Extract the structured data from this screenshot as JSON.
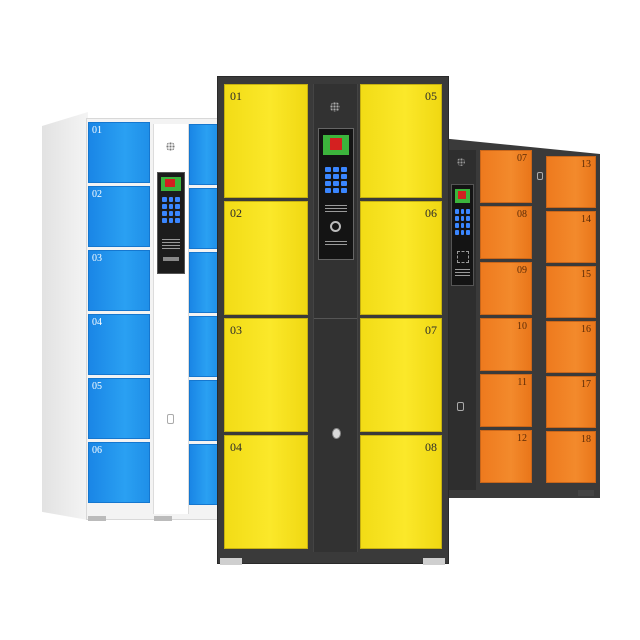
{
  "colors": {
    "white_body": "#f2f2f2",
    "blue_door": "#2196f0",
    "dark_body": "#3a3a3a",
    "yellow_door": "#f7e21e",
    "orange_door": "#f08224",
    "green_screen": "#3cb43c",
    "red_screen": "#d42020",
    "keypad_blue": "#3a86ff"
  },
  "lockers": {
    "white": {
      "door_numbers": [
        "01",
        "02",
        "03",
        "04",
        "05",
        "06"
      ]
    },
    "yellow": {
      "left_numbers": [
        "01",
        "02",
        "03",
        "04"
      ],
      "right_numbers": [
        "05",
        "06",
        "07",
        "08"
      ]
    },
    "orange": {
      "mid_numbers": [
        "07",
        "08",
        "09",
        "10",
        "11",
        "12"
      ],
      "right_numbers": [
        "13",
        "14",
        "15",
        "16",
        "17",
        "18"
      ]
    }
  },
  "icons": [
    "speaker-icon",
    "keypad-icon",
    "qr-code-icon",
    "lock-icon",
    "camera-icon"
  ]
}
